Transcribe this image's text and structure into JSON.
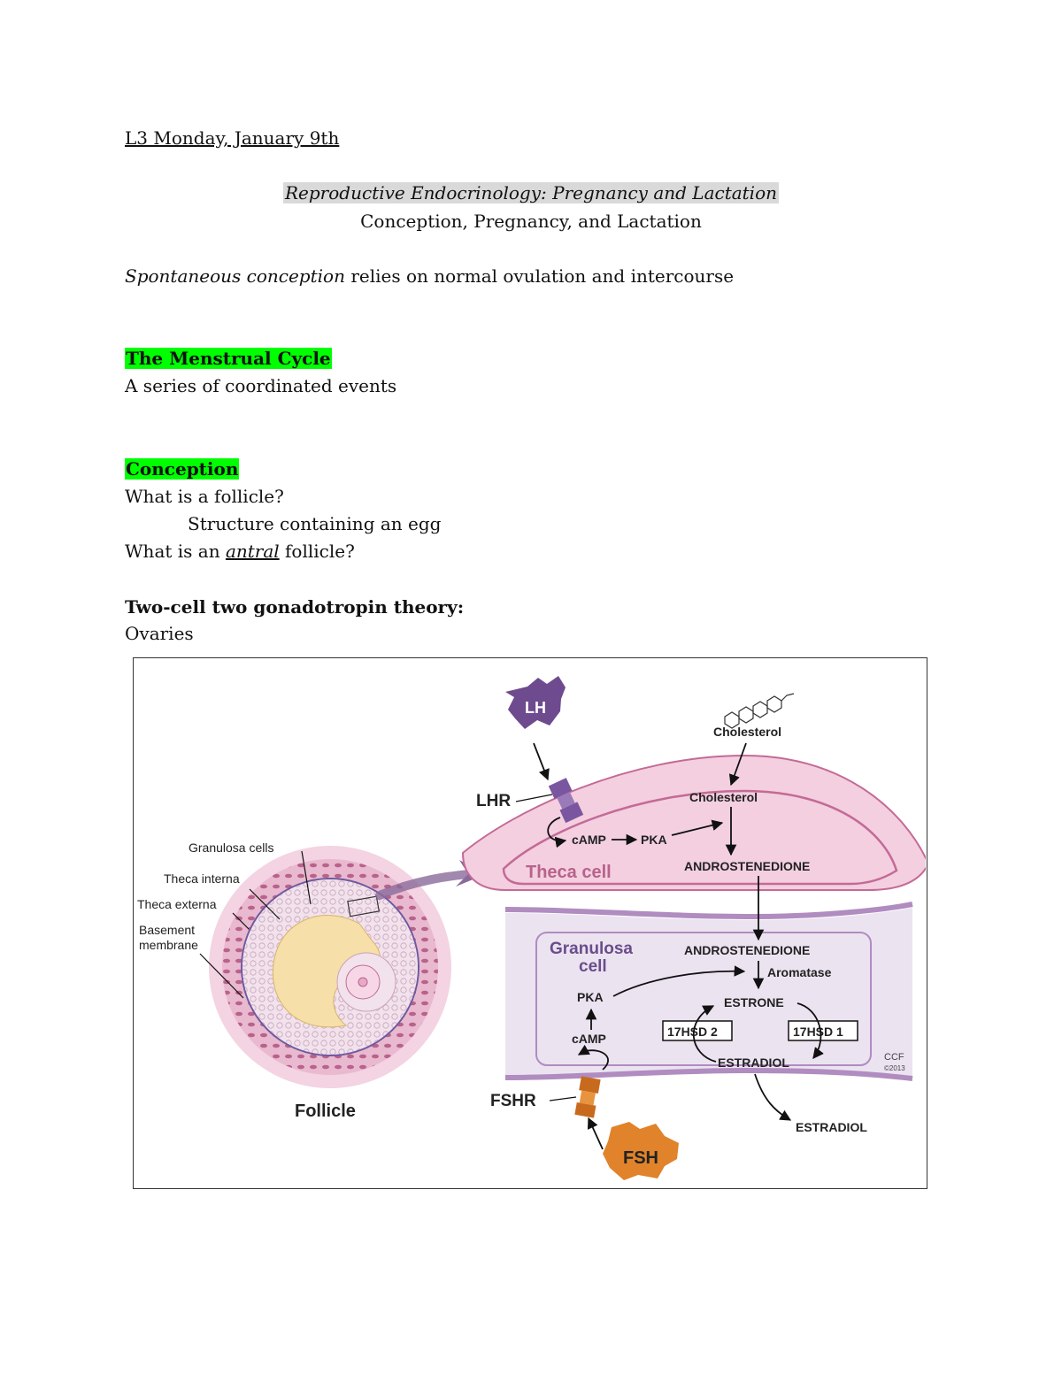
{
  "header": {
    "date": "L3 Monday, January 9th"
  },
  "title": "Reproductive Endocrinology: Pregnancy and Lactation",
  "subtitle": "Conception, Pregnancy, and Lactation",
  "spontaneous": {
    "term": "Spontaneous conception",
    "rest": " relies on normal ovulation and intercourse"
  },
  "menstrual": {
    "heading": "The Menstrual Cycle",
    "text": "A series of coordinated events"
  },
  "conception": {
    "heading": "Conception",
    "q1": "What is a follicle?",
    "a1": "Structure containing an egg",
    "q2_before": "What is an ",
    "q2_term": "antral",
    "q2_after": " follicle?"
  },
  "twocell": {
    "heading": "Two-cell two gonadotropin theory:",
    "text": "Ovaries"
  },
  "figure": {
    "labels": {
      "lh": "LH",
      "lhr": "LHR",
      "fsh": "FSH",
      "fshr": "FSHR",
      "cholesterol_top": "Cholesterol",
      "cholesterol_inner": "Cholesterol",
      "camp_theca": "cAMP",
      "pka_theca": "PKA",
      "theca_cell": "Theca cell",
      "andro_theca": "ANDROSTENEDIONE",
      "andro_gran": "ANDROSTENEDIONE",
      "granulosa_cell_1": "Granulosa",
      "granulosa_cell_2": "cell",
      "aromatase": "Aromatase",
      "pka_gran": "PKA",
      "camp_gran": "cAMP",
      "estrone": "ESTRONE",
      "estradiol_inner": "ESTRADIOL",
      "estradiol_out": "ESTRADIOL",
      "hsd2": "17HSD 2",
      "hsd1": "17HSD 1",
      "ccf": "CCF",
      "ccf_year": "©2013",
      "granulosa_cells": "Granulosa cells",
      "theca_interna": "Theca interna",
      "theca_externa": "Theca externa",
      "basement_1": "Basement",
      "basement_2": "membrane",
      "follicle": "Follicle"
    },
    "colors": {
      "theca_fill": "#f3cfe0",
      "theca_stroke": "#c46a96",
      "granulosa_fill": "#ece3f1",
      "membrane": "#b08cc0",
      "lh_purple": "#6e4a8e",
      "fsh_orange": "#e0832a",
      "follicle_outer": "#efc4d7",
      "antrum": "#f7e3b0"
    }
  }
}
